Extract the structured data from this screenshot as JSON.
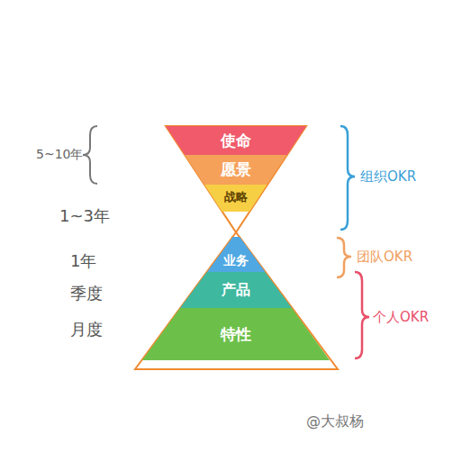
{
  "diagram": {
    "nodes": [
      {
        "text": [
          "使命"
        ]
      },
      {
        "text": [
          "愿景"
        ]
      },
      {
        "text": [
          "战略"
        ]
      },
      {
        "text": [
          "业务"
        ]
      },
      {
        "text": [
          "产品"
        ]
      },
      {
        "text": [
          "特性"
        ]
      }
    ],
    "labels": [
      "5~10年",
      "1~3年",
      "1年",
      "季度",
      "月度",
      "组织OKR",
      "团队OKR",
      "个人OKR",
      "@大叔杨"
    ]
  }
}
